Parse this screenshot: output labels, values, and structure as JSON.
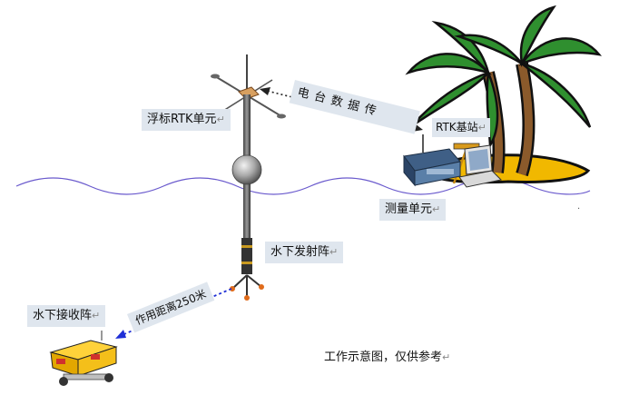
{
  "labels": {
    "buoy_rtk": "浮标RTK单元",
    "rtk_base": "RTK基站",
    "measure_unit": "测量单元",
    "tx_array": "水下发射阵",
    "rx_array": "水下接收阵",
    "radio_link": "电台数据传",
    "range": "作用距离250米",
    "caption": "工作示意图，仅供参考"
  },
  "return_mark": "↵",
  "colors": {
    "label_bg": "#dfe6ee",
    "water_line": "#6a5acd",
    "acoustic_link": "#1f2fd6",
    "radio_link": "#222222",
    "palm_leaf": "#2f8f2f",
    "island_sand": "#f1b800"
  }
}
